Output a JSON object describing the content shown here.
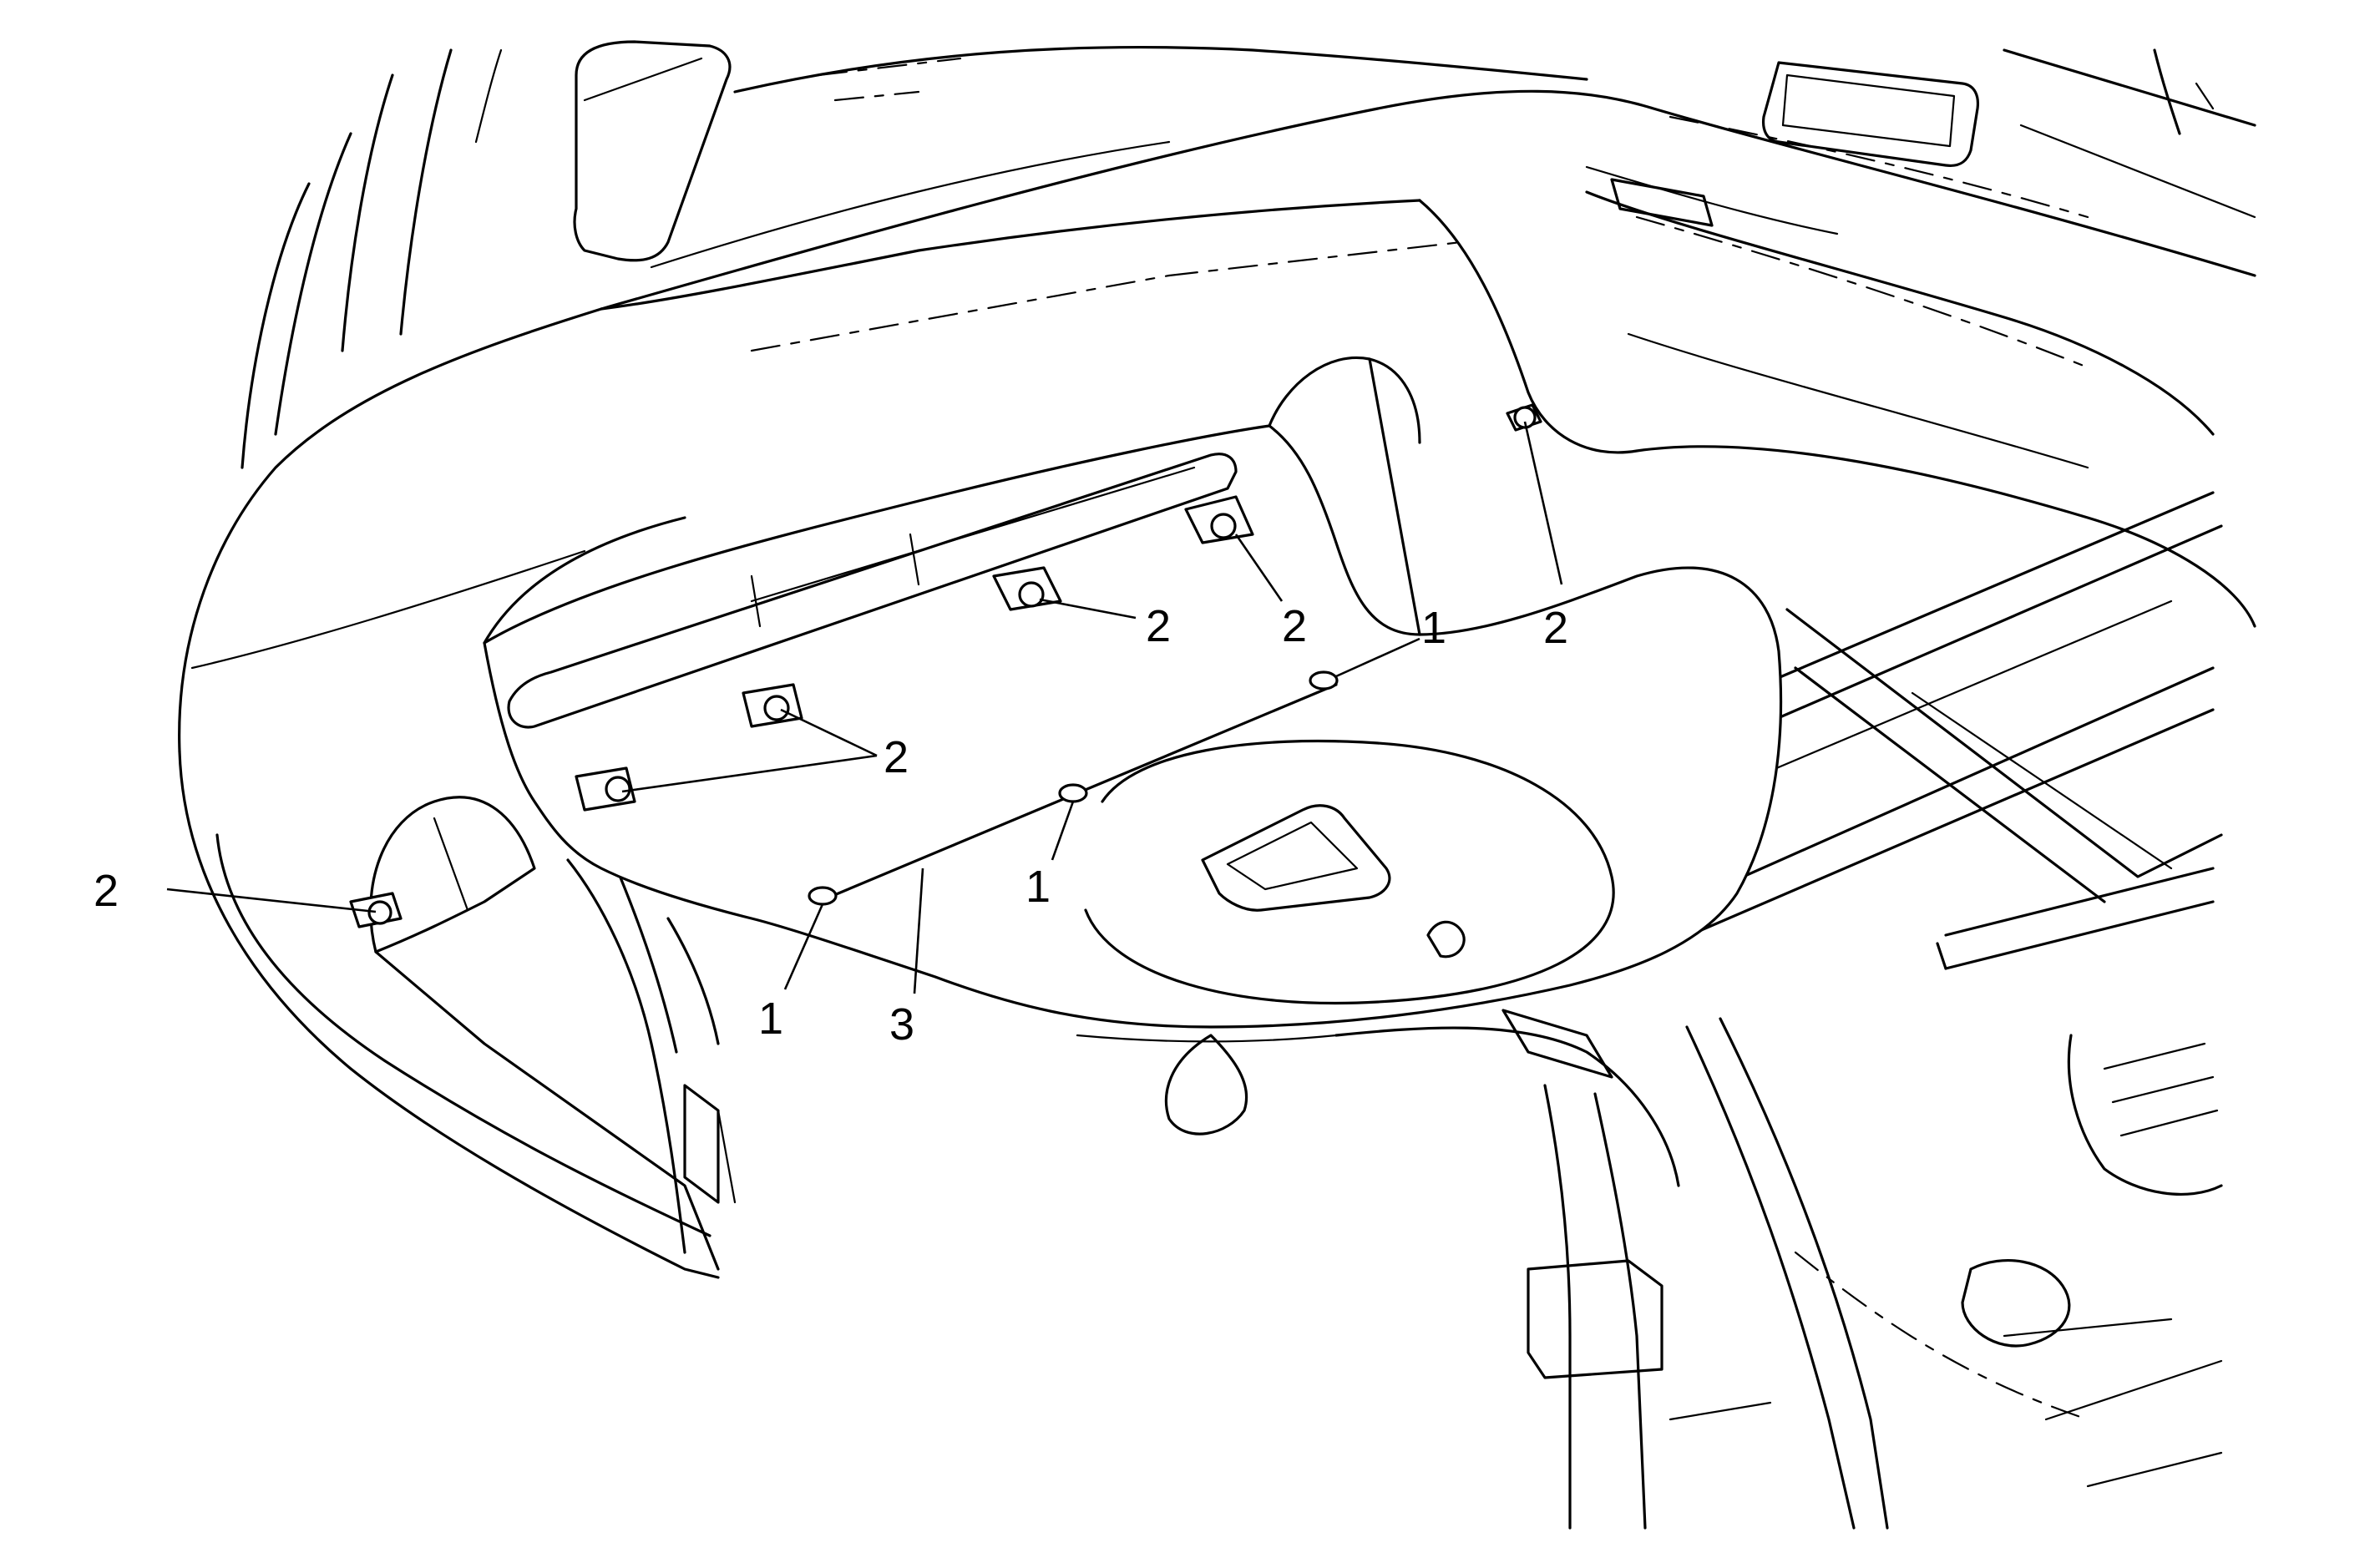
{
  "diagram": {
    "callouts": [
      {
        "id": "c2-top-right",
        "label": "2"
      },
      {
        "id": "c2-mid-right",
        "label": "2"
      },
      {
        "id": "c2-mid",
        "label": "2"
      },
      {
        "id": "c2-center",
        "label": "2"
      },
      {
        "id": "c2-left",
        "label": "2"
      },
      {
        "id": "c1-top",
        "label": "1"
      },
      {
        "id": "c1-mid",
        "label": "1"
      },
      {
        "id": "c1-bottom",
        "label": "1"
      },
      {
        "id": "c3",
        "label": "3"
      }
    ]
  }
}
